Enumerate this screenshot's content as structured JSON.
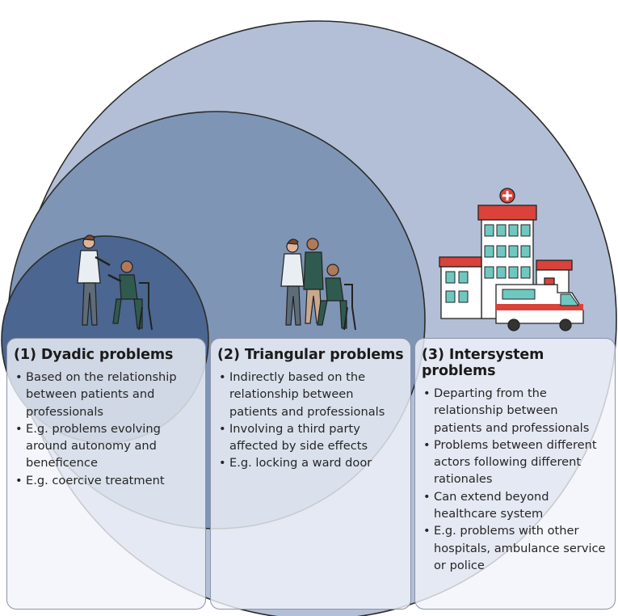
{
  "colors": {
    "outer_circle": "#b3bfd6",
    "middle_circle": "#7f95b6",
    "inner_circle": "#4b6690",
    "card_border": "#8a93a8",
    "hospital_red": "#d9433a",
    "hospital_window": "#6fc8c0",
    "nurse_uniform": "#e9eef3",
    "patient_green": "#2f5b4f"
  },
  "icons": [
    "nurse-patient-illustration",
    "nurse-patient-helper-illustration",
    "hospital-ambulance-illustration"
  ],
  "categories": [
    {
      "title": "(1) Dyadic problems",
      "bullet": "•",
      "items": [
        "Based on the relationship between patients and professionals",
        "E.g. problems evolving around autonomy and beneficence",
        "E.g. coercive treatment"
      ]
    },
    {
      "title": "(2) Triangular problems",
      "bullet": "•",
      "items": [
        "Indirectly based on the relationship between patients and professionals",
        "Involving a third party affected  by side effects",
        "E.g. locking a ward door"
      ]
    },
    {
      "title": "(3) Intersystem problems",
      "bullet": "•",
      "items": [
        "Departing from the relationship between patients and professionals",
        "Problems between different actors following different rationales",
        "Can extend beyond healthcare system",
        "E.g. problems with other hospitals, ambulance service or police"
      ]
    }
  ]
}
